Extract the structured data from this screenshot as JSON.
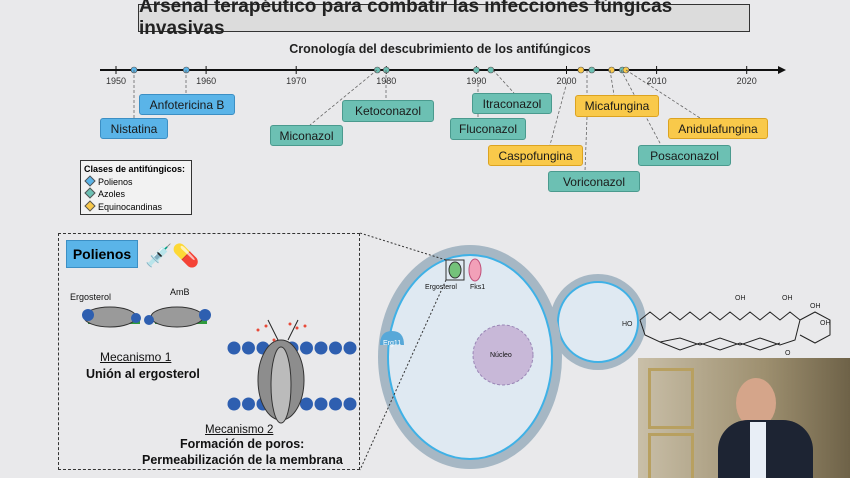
{
  "title": "Arsenal terapéutico para combatir las infecciones fúngicas invasivas",
  "timeline": {
    "title": "Cronología del descubrimiento de los antifúngicos",
    "ticks": [
      "1950",
      "1960",
      "1970",
      "1980",
      "1990",
      "2000",
      "2010",
      "2020"
    ],
    "drugs": [
      {
        "name": "Nistatina",
        "class": "Polienos",
        "year": 1952
      },
      {
        "name": "Anfotericina B",
        "class": "Polienos",
        "year": 1957.8
      },
      {
        "name": "Miconazol",
        "class": "Azoles",
        "year": 1979
      },
      {
        "name": "Ketoconazol",
        "class": "Azoles",
        "year": 1980
      },
      {
        "name": "Fluconazol",
        "class": "Azoles",
        "year": 1990
      },
      {
        "name": "Itraconazol",
        "class": "Azoles",
        "year": 1991.6
      },
      {
        "name": "Caspofungina",
        "class": "Equinocandinas",
        "year": 2001.6
      },
      {
        "name": "Voriconazol",
        "class": "Azoles",
        "year": 2002.8
      },
      {
        "name": "Micafungina",
        "class": "Equinocandinas",
        "year": 2005
      },
      {
        "name": "Posaconazol",
        "class": "Azoles",
        "year": 2006.2
      },
      {
        "name": "Anidulafungina",
        "class": "Equinocandinas",
        "year": 2006.6
      }
    ]
  },
  "legend": {
    "title": "Clases de antifúngicos:",
    "items": [
      {
        "label": "Polienos",
        "color": "#5ab4e8"
      },
      {
        "label": "Azoles",
        "color": "#6cc0b3"
      },
      {
        "label": "Equinocandinas",
        "color": "#f9c94a"
      }
    ]
  },
  "polienos": {
    "title": "Polienos",
    "ergosterol": "Ergosterol",
    "amb": "AmB",
    "mech1_label": "Mecanismo 1",
    "mech1_text": "Unión al ergosterol",
    "mech2_label": "Mecanismo 2",
    "mech2_line1": "Formación de poros:",
    "mech2_line2": "Permeabilización de la membrana"
  },
  "cell": {
    "ergosterol": "Ergosterol",
    "fks1": "Fks1",
    "erg11": "Erg11",
    "nucleo": "Núcleo"
  }
}
